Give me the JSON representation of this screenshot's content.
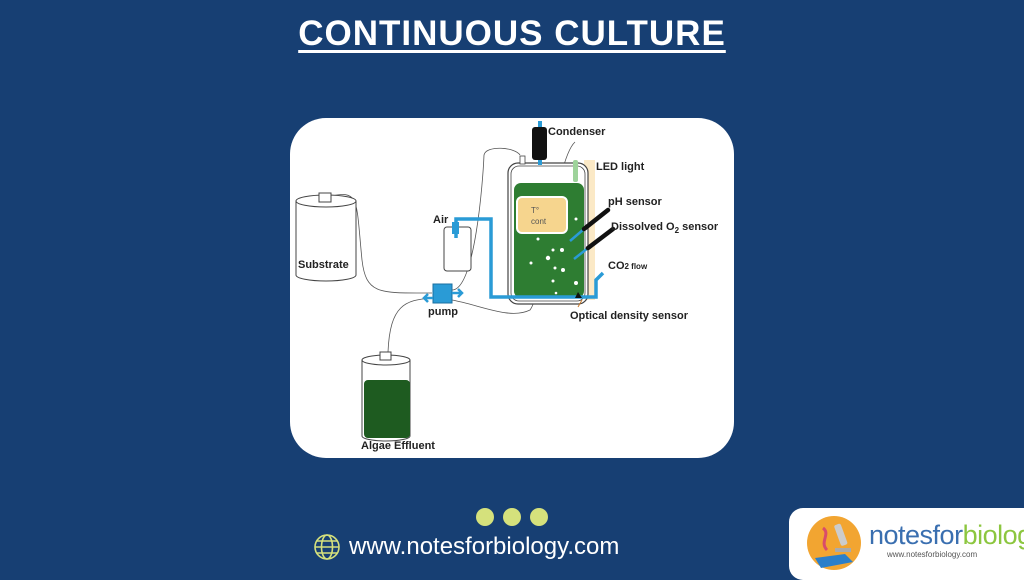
{
  "title": "CONTINUOUS CULTURE",
  "diagram": {
    "labels": {
      "condenser": "Condenser",
      "led": "LED light",
      "ph": "pH sensor",
      "o2_prefix": "Dissolved O",
      "o2_sub": "2",
      "o2_suffix": " sensor",
      "co2": "CO",
      "co2_sub": "2 flow",
      "optical": "Optical density sensor",
      "substrate": "Substrate",
      "air": "Air",
      "pump": "pump",
      "effluent": "Algae Effluent",
      "temp1": "T°",
      "temp2": "cont"
    },
    "colors": {
      "tube": "#2a9bd6",
      "culture": "#2e7d32",
      "effluent": "#1e5b20",
      "temp_box": "#f6d58e",
      "led": "#fbe9c6"
    }
  },
  "footer": {
    "website": "www.notesforbiology.com",
    "icon": "globe-icon"
  },
  "logo": {
    "name_a": "notesfor",
    "name_b": "biology",
    "url": "www.notesforbiology.com"
  }
}
